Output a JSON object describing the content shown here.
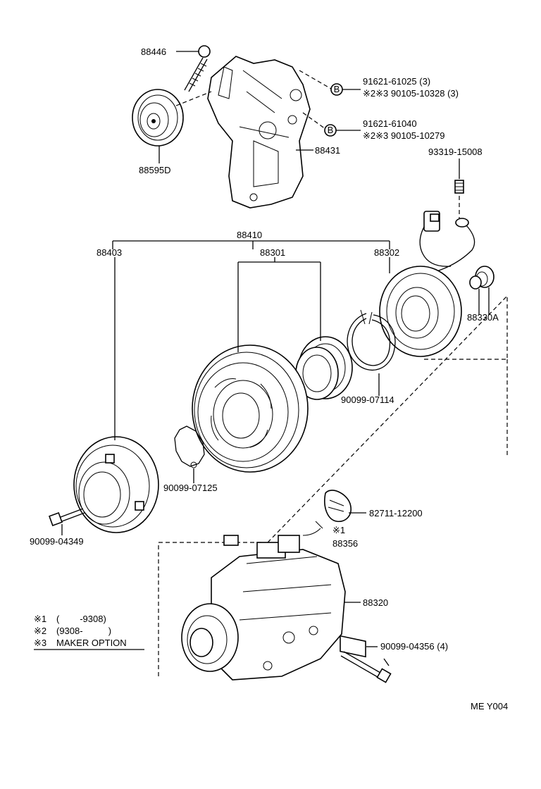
{
  "labels": {
    "p88446": "88446",
    "p91621_61025": "91621-61025 (3)",
    "p90105_10328": "※2※3 90105-10328 (3)",
    "p91621_61040": "91621-61040",
    "p90105_10279": "※2※3 90105-10279",
    "p88431": "88431",
    "p88595D": "88595D",
    "p93319": "93319-15008",
    "p88410": "88410",
    "p88403": "88403",
    "p88301": "88301",
    "p88302": "88302",
    "p88330A": "88330A",
    "p90099_07114": "90099-07114",
    "p90099_07125": "90099-07125",
    "p90099_04349": "90099-04349",
    "p82711": "82711-12200",
    "star1": "※1",
    "p88356": "88356",
    "p88320": "88320",
    "p90099_04356": "90099-04356 (4)",
    "circleB1": "B",
    "circleB2": "B",
    "footer": "ME Y004"
  },
  "legend": [
    {
      "mark": "※1",
      "text": "(        -9308)"
    },
    {
      "mark": "※2",
      "text": "(9308-          )"
    },
    {
      "mark": "※3",
      "text": "MAKER OPTION"
    }
  ]
}
